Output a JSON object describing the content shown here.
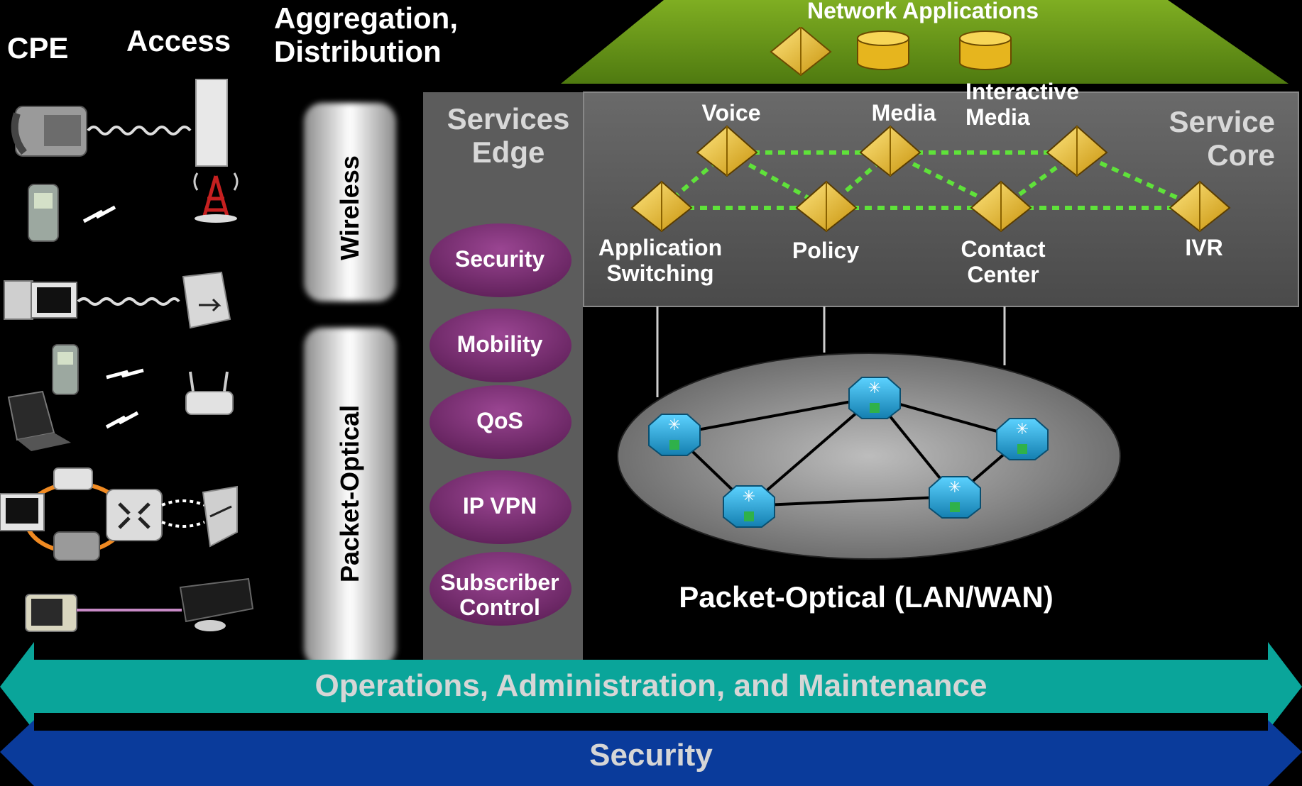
{
  "columns": {
    "cpe": "CPE",
    "access": "Access",
    "aggregation": "Aggregation,\nDistribution"
  },
  "vertical_bars": {
    "wireless": "Wireless",
    "packet_optical": "Packet-Optical"
  },
  "network_applications": {
    "title": "Network Applications"
  },
  "services_edge": {
    "title": "Services\nEdge",
    "items": [
      "Security",
      "Mobility",
      "QoS",
      "IP VPN",
      "Subscriber\nControl"
    ]
  },
  "service_core": {
    "title": "Service\nCore",
    "nodes": {
      "voice": "Voice",
      "media": "Media",
      "interactive_media": "Interactive\nMedia",
      "application_switching": "Application\nSwitching",
      "policy": "Policy",
      "contact_center": "Contact\nCenter",
      "ivr": "IVR"
    }
  },
  "transport": {
    "label": "Packet-Optical (LAN/WAN)"
  },
  "bands": {
    "oam": "Operations, Administration, and Maintenance",
    "security": "Security"
  },
  "colors": {
    "apps_green": "#6a9a1a",
    "core_grey": "#595959",
    "pill_purple": "#7a2f73",
    "oam_teal": "#0aa59a",
    "security_blue": "#0a3b9b",
    "link_green": "#5fe23a",
    "node_gold": "#e6b51e",
    "router_cyan": "#21a6d9"
  }
}
